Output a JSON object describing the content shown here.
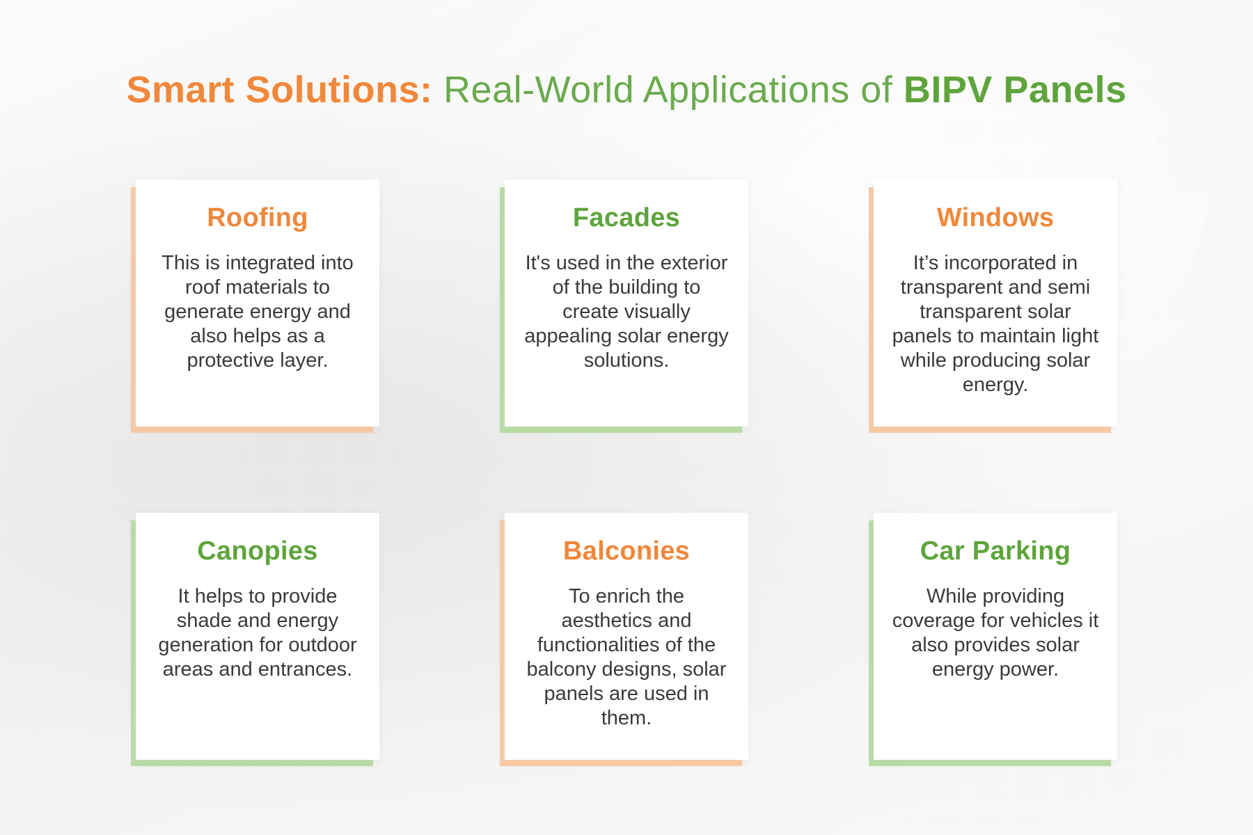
{
  "title": {
    "part1": "Smart Solutions:",
    "part2": " Real-World Applications of ",
    "part3": "BIPV Panels"
  },
  "colors": {
    "orange": "#f0873a",
    "green": "#5ea43c",
    "body_text": "#3a3a3a",
    "background": "#f7f7f7"
  },
  "cards": [
    {
      "heading": "Roofing",
      "accent": "orange",
      "text": "This is integrated into roof materials to generate energy and also helps as a protective layer."
    },
    {
      "heading": "Facades",
      "accent": "green",
      "text": "It's used in the exterior of the building to create visually appealing solar energy solutions."
    },
    {
      "heading": "Windows",
      "accent": "orange",
      "text": "It’s incorporated in transparent and semi transparent solar panels to maintain light while producing solar energy."
    },
    {
      "heading": "Canopies",
      "accent": "green",
      "text": "It helps to provide shade and energy generation for outdoor areas and entrances."
    },
    {
      "heading": "Balconies",
      "accent": "orange",
      "text": "To enrich the aesthetics and functionalities of the balcony designs, solar panels are used in them."
    },
    {
      "heading": "Car Parking",
      "accent": "green",
      "text": "While providing coverage for vehicles it also provides solar energy power."
    }
  ]
}
